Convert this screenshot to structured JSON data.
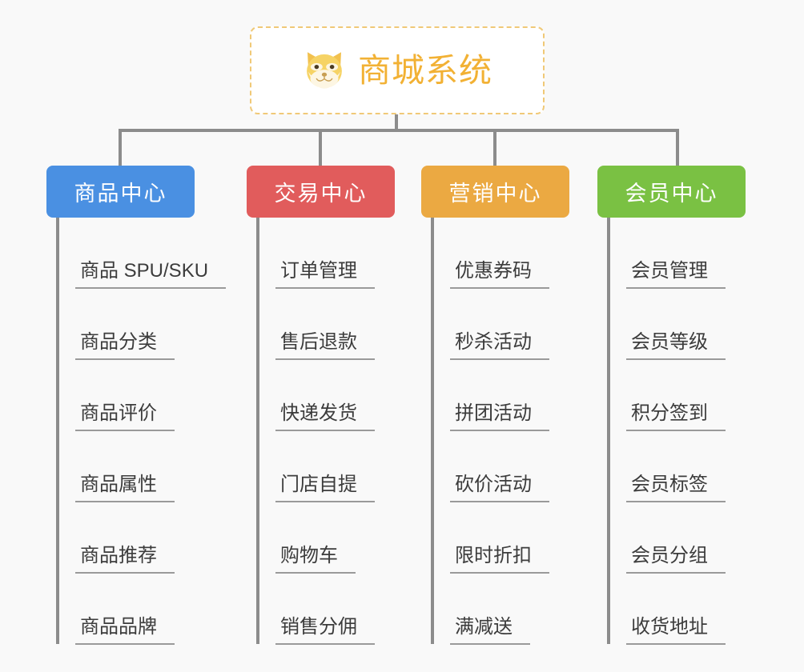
{
  "diagram": {
    "title": "商城系统",
    "root": {
      "label": "商城系统",
      "icon": "shiba-dog-face-icon",
      "text_color": "#f2b134",
      "border_color": "#f0c977",
      "background": "#ffffff"
    },
    "connector_color": "#8c8c8c",
    "page_background": "#f9f9f9",
    "item_text_color": "#3c3c3c",
    "item_rule_color": "#9a9a9a",
    "columns": [
      {
        "label": "商品中心",
        "color": "#4a90e2",
        "items": [
          "商品 SPU/SKU",
          "商品分类",
          "商品评价",
          "商品属性",
          "商品推荐",
          "商品品牌"
        ]
      },
      {
        "label": "交易中心",
        "color": "#e15c5c",
        "items": [
          "订单管理",
          "售后退款",
          "快递发货",
          "门店自提",
          "购物车",
          "销售分佣"
        ]
      },
      {
        "label": "营销中心",
        "color": "#eba942",
        "items": [
          "优惠券码",
          "秒杀活动",
          "拼团活动",
          "砍价活动",
          "限时折扣",
          "满减送"
        ]
      },
      {
        "label": "会员中心",
        "color": "#7ac143",
        "items": [
          "会员管理",
          "会员等级",
          "积分签到",
          "会员标签",
          "会员分组",
          "收货地址"
        ]
      }
    ]
  }
}
